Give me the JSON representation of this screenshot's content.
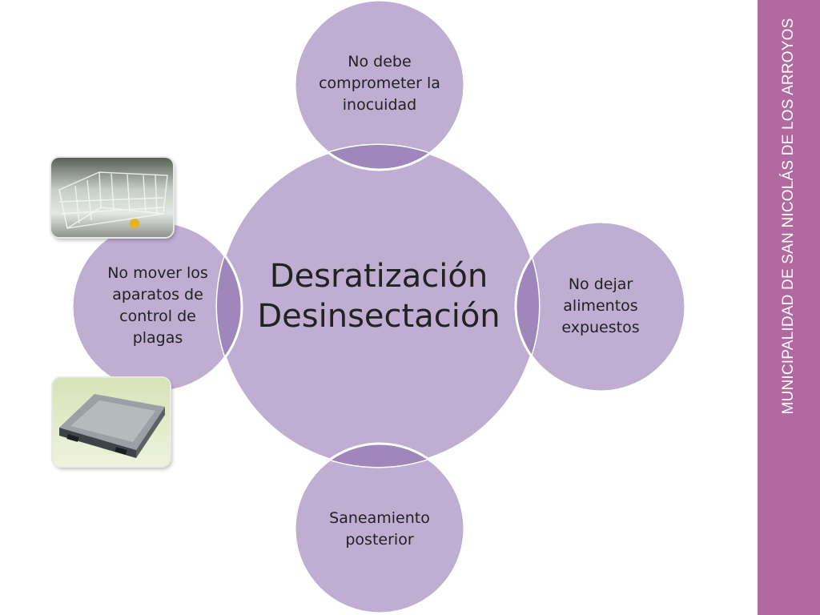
{
  "sidebar": {
    "text": "MUNICIPALIDAD DE SAN NICOLÁS DE LOS ARROYOS",
    "color": "#b06aa0"
  },
  "diagram": {
    "center": {
      "line1": "Desratización",
      "line2": "Desinsectación"
    },
    "satellites": [
      {
        "position": "top",
        "label": "No debe comprometer la inocuidad"
      },
      {
        "position": "right",
        "label": "No dejar alimentos expuestos"
      },
      {
        "position": "bottom",
        "label": "Saneamiento posterior"
      },
      {
        "position": "left",
        "label": "No mover los aparatos de control de plagas"
      }
    ],
    "colors": {
      "circle_fill": "#bfaed2",
      "overlap_fill": "#9f87bb",
      "outline": "#ffffff"
    }
  },
  "images": [
    {
      "name": "trap-cage-photo"
    },
    {
      "name": "bait-station-photo"
    }
  ]
}
